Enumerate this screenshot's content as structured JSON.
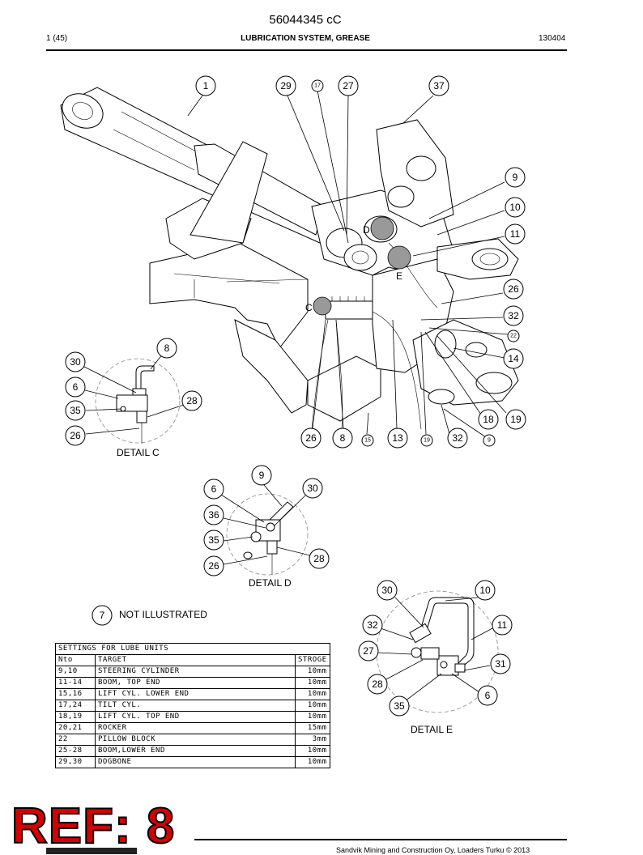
{
  "header": {
    "doc_number": "56044345 cC",
    "page": "1 (45)",
    "title": "LUBRICATION SYSTEM, GREASE",
    "date": "130404"
  },
  "callouts": {
    "c1": "1",
    "c29": "29",
    "c17": "17",
    "c27": "27",
    "c37": "37",
    "c9": "9",
    "c10": "10",
    "c11": "11",
    "c26": "26",
    "c32": "32",
    "c22": "22",
    "c14": "14",
    "c18": "18",
    "c19": "19",
    "b26": "26",
    "b8": "8",
    "b15": "15",
    "b13": "13",
    "b19": "19",
    "b32": "32",
    "b9": "9",
    "dc8": "8",
    "dc30": "30",
    "dc6": "6",
    "dc28": "28",
    "dc35": "35",
    "dc26": "26",
    "dd9": "9",
    "dd6": "6",
    "dd30": "30",
    "dd36": "36",
    "dd35": "35",
    "dd28": "28",
    "dd26": "26",
    "de30": "30",
    "de10": "10",
    "de32": "32",
    "de11": "11",
    "de27": "27",
    "de31": "31",
    "de28": "28",
    "de6": "6",
    "de35": "35",
    "n7": "7"
  },
  "detail_markers": {
    "c": "C",
    "d": "D",
    "e": "E"
  },
  "detail_labels": {
    "c": "DETAIL C",
    "d": "DETAIL D",
    "e": "DETAIL E"
  },
  "not_illustrated": "NOT ILLUSTRATED",
  "settings_table": {
    "title": "SETTINGS FOR LUBE UNITS",
    "headers": [
      "Nto",
      "TARGET",
      "STROGE"
    ],
    "rows": [
      [
        "9,10",
        "STEERING CYLINDER",
        "10mm"
      ],
      [
        "11-14",
        "BOOM, TOP END",
        "10mm"
      ],
      [
        "15,16",
        "LIFT CYL. LOWER END",
        "10mm"
      ],
      [
        "17,24",
        "TILT CYL.",
        "10mm"
      ],
      [
        "18,19",
        "LIFT CYL. TOP END",
        "10mm"
      ],
      [
        "20,21",
        "ROCKER",
        "15mm"
      ],
      [
        "22",
        "PILLOW BLOCK",
        "3mm"
      ],
      [
        "25-28",
        "BOOM,LOWER END",
        "10mm"
      ],
      [
        "29,30",
        "DOGBONE",
        "10mm"
      ]
    ]
  },
  "stamp": "REF: 8",
  "footer": {
    "copyright": "Sandvik Mining and Construction Oy, Loaders Turku © 2013"
  }
}
